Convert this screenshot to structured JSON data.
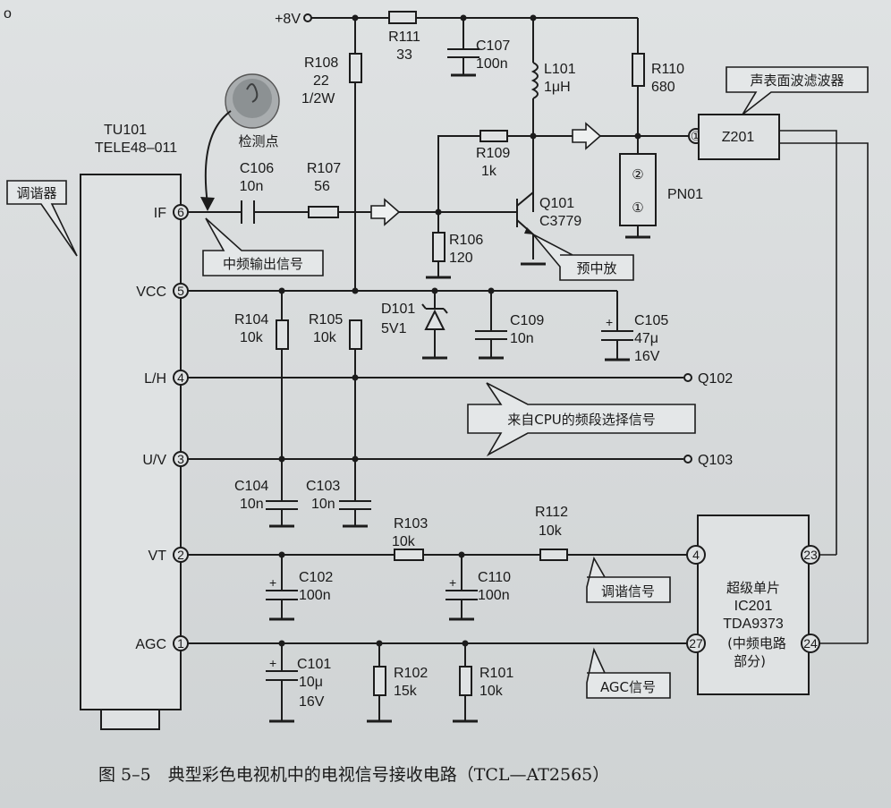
{
  "corner_mark": "o",
  "supply": {
    "label": "+8V"
  },
  "tuner": {
    "ref": "TU101",
    "model": "TELE48–011",
    "pins": [
      {
        "no": "6",
        "name": "IF"
      },
      {
        "no": "5",
        "name": "VCC"
      },
      {
        "no": "4",
        "name": "L/H"
      },
      {
        "no": "3",
        "name": "U/V"
      },
      {
        "no": "2",
        "name": "VT"
      },
      {
        "no": "1",
        "name": "AGC"
      }
    ]
  },
  "components": {
    "R108": {
      "ref": "R108",
      "v1": "22",
      "v2": "1/2W"
    },
    "R111": {
      "ref": "R111",
      "v1": "33"
    },
    "C107": {
      "ref": "C107",
      "v1": "100n"
    },
    "L101": {
      "ref": "L101",
      "v1": "1μH"
    },
    "R110": {
      "ref": "R110",
      "v1": "680"
    },
    "C106": {
      "ref": "C106",
      "v1": "10n"
    },
    "R107": {
      "ref": "R107",
      "v1": "56"
    },
    "R109": {
      "ref": "R109",
      "v1": "1k"
    },
    "Q101": {
      "ref": "Q101",
      "v1": "C3779"
    },
    "R106": {
      "ref": "R106",
      "v1": "120"
    },
    "PN01": {
      "ref": "PN01",
      "p2": "②",
      "p1": "①"
    },
    "Z201": {
      "ref": "Z201",
      "p1": "①"
    },
    "R104": {
      "ref": "R104",
      "v1": "10k"
    },
    "R105": {
      "ref": "R105",
      "v1": "10k"
    },
    "D101": {
      "ref": "D101",
      "v1": "5V1"
    },
    "C109": {
      "ref": "C109",
      "v1": "10n"
    },
    "C105": {
      "ref": "C105",
      "v1": "47μ",
      "v2": "16V"
    },
    "C104": {
      "ref": "C104",
      "v1": "10n"
    },
    "C103": {
      "ref": "C103",
      "v1": "10n"
    },
    "R103": {
      "ref": "R103",
      "v1": "10k"
    },
    "R112": {
      "ref": "R112",
      "v1": "10k"
    },
    "C102": {
      "ref": "C102",
      "v1": "100n"
    },
    "C110": {
      "ref": "C110",
      "v1": "100n"
    },
    "C101": {
      "ref": "C101",
      "v1": "10μ",
      "v2": "16V"
    },
    "R102": {
      "ref": "R102",
      "v1": "15k"
    },
    "R101": {
      "ref": "R101",
      "v1": "10k"
    }
  },
  "ports": {
    "q102": "Q102",
    "q103": "Q103"
  },
  "ic": {
    "title": "超级单片",
    "ref": "IC201",
    "model": "TDA9373",
    "note1": "(中频电路",
    "note2": "部分)",
    "pins": {
      "p4": "4",
      "p23": "23",
      "p27": "27",
      "p24": "24"
    }
  },
  "callouts": {
    "tuner": "调谐器",
    "test_point": "检测点",
    "if_out": "中频输出信号",
    "saw": "声表面波滤波器",
    "preamp": "预中放",
    "band_sel": "来自CPU的频段选择信号",
    "tuning": "调谐信号",
    "agc": "AGC信号"
  },
  "caption": "图 5–5　典型彩色电视机中的电视信号接收电路（TCL—AT2565）"
}
